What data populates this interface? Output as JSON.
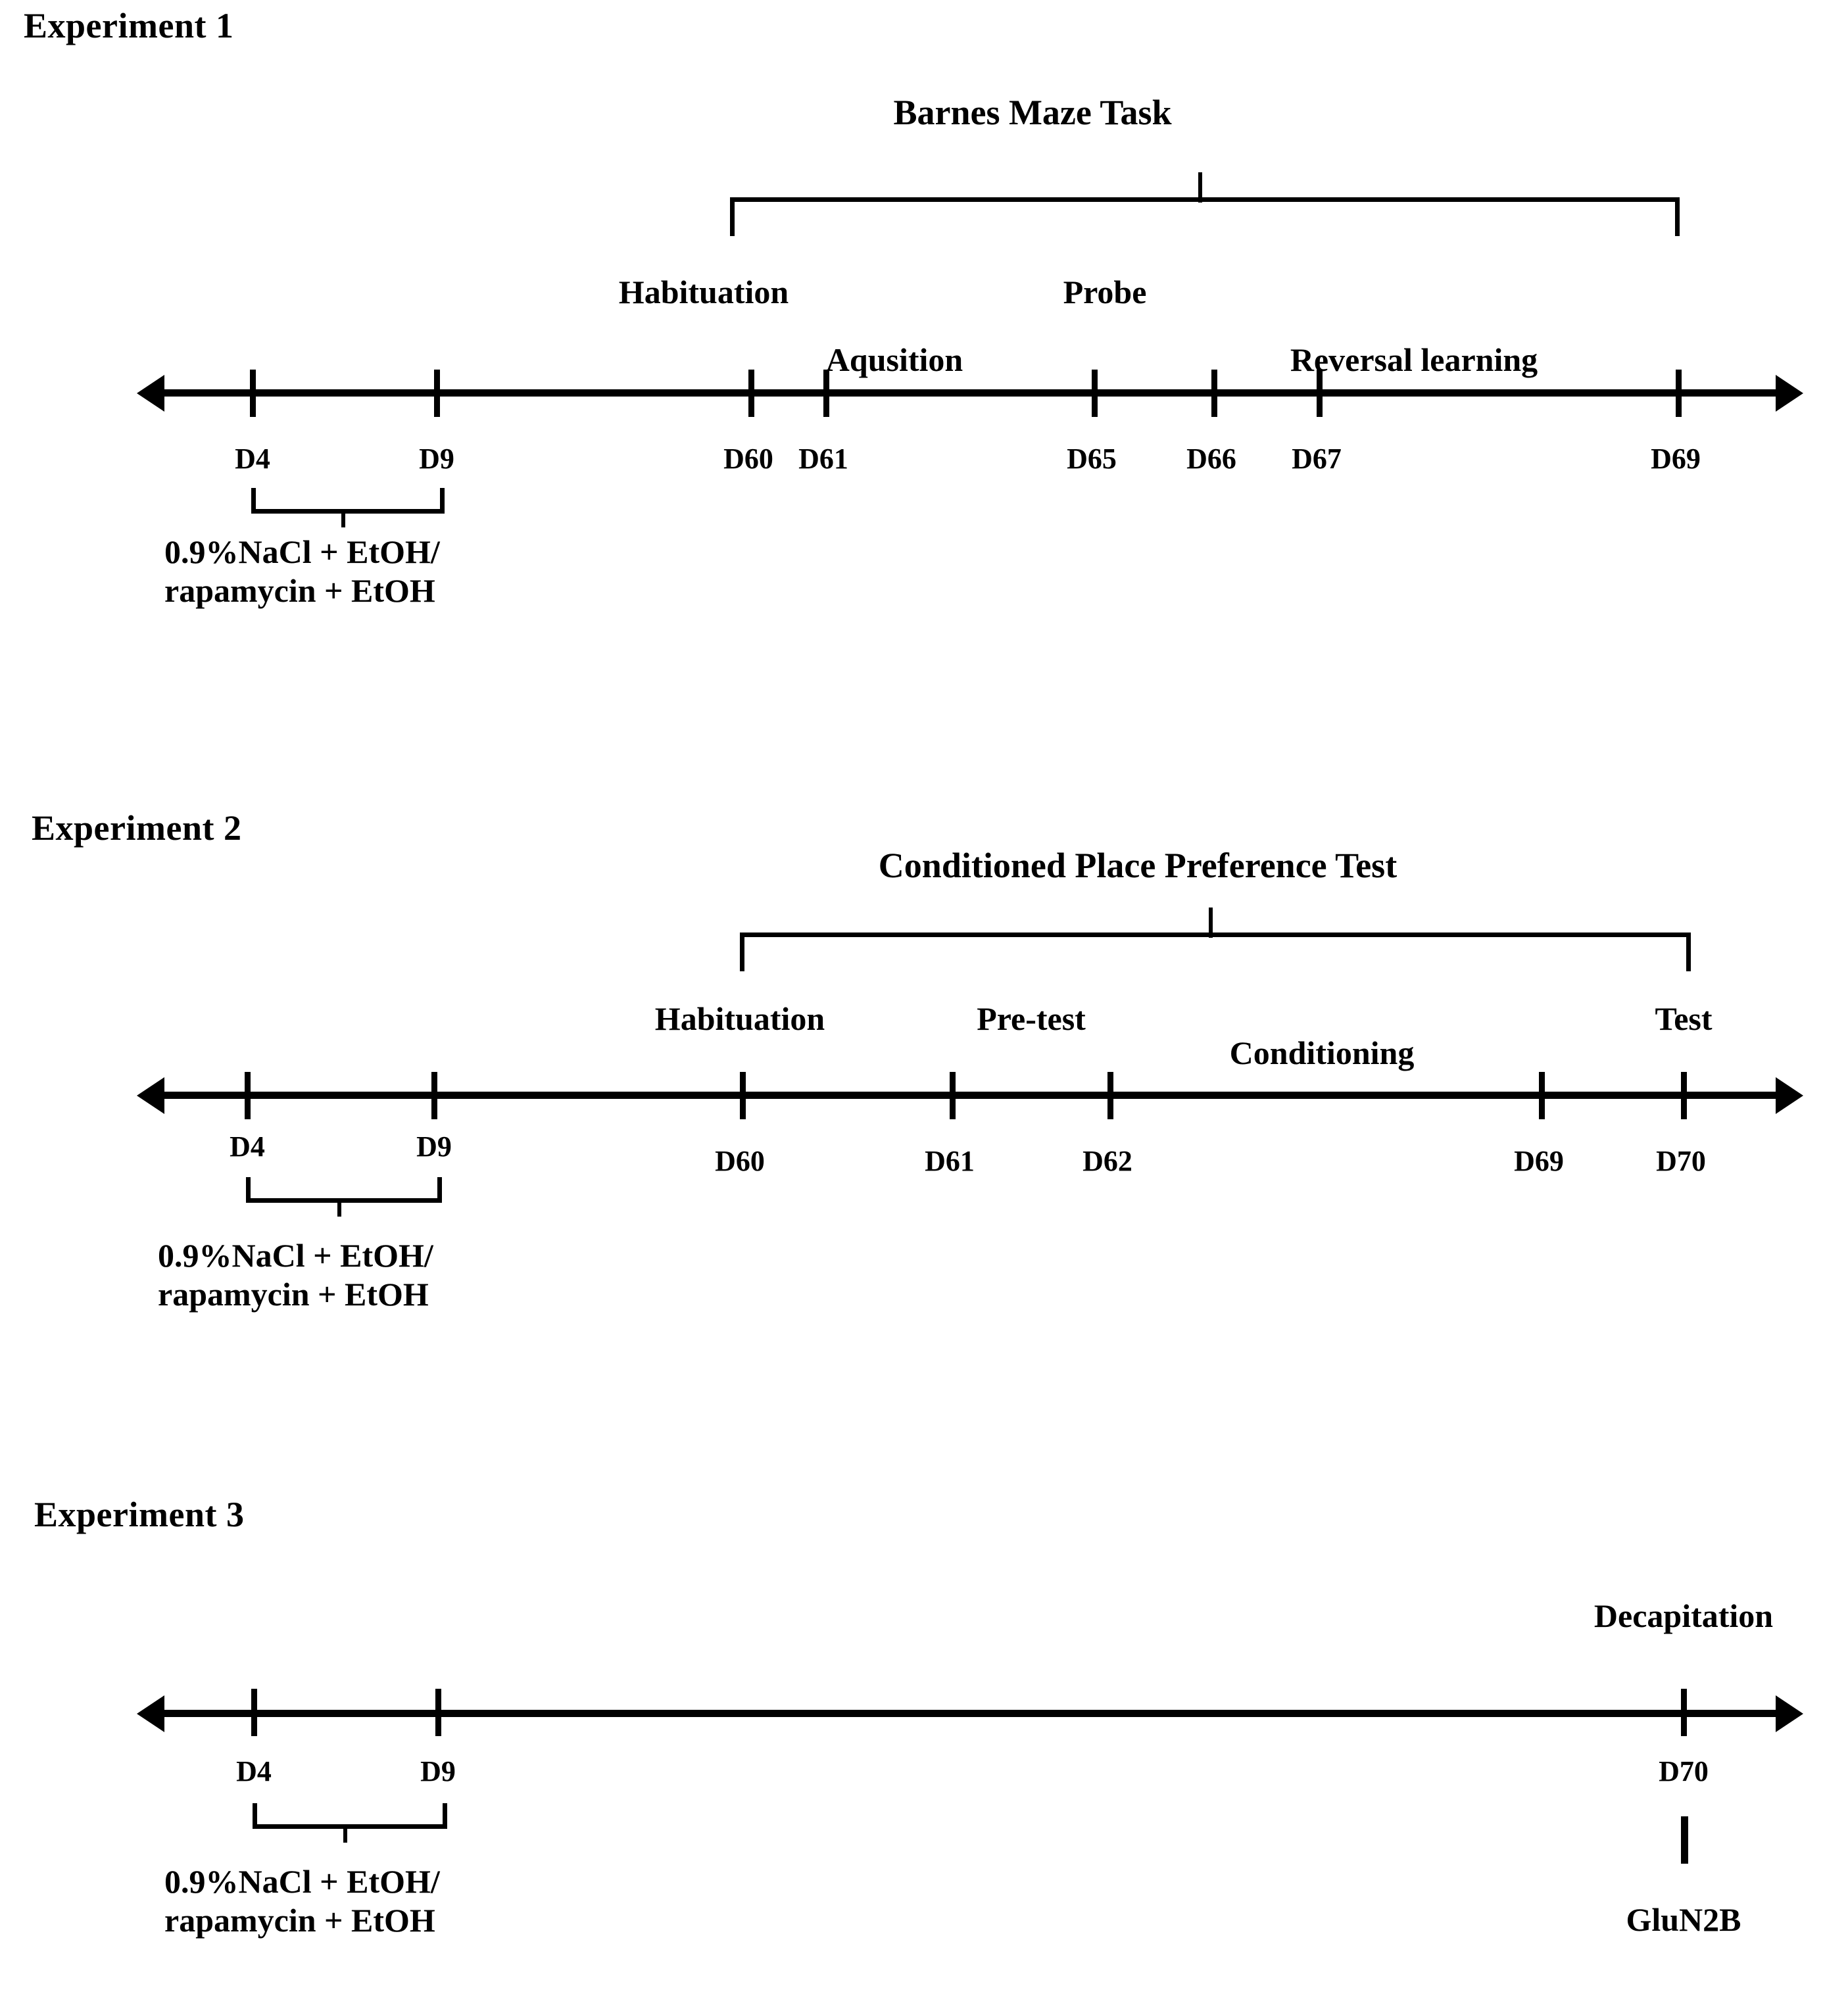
{
  "figure": {
    "type": "experimental-timeline-diagram",
    "background_color": "#ffffff",
    "line_color": "#000000"
  },
  "experiments": [
    {
      "heading": "Experiment 1",
      "task_title": "Barnes Maze Task",
      "phases": [
        {
          "label": "Habituation"
        },
        {
          "label": "Aqusition"
        },
        {
          "label": "Probe"
        },
        {
          "label": "Reversal learning"
        }
      ],
      "day_ticks": [
        {
          "label": "D4"
        },
        {
          "label": "D9"
        },
        {
          "label": "D60"
        },
        {
          "label": "D61"
        },
        {
          "label": "D65"
        },
        {
          "label": "D66"
        },
        {
          "label": "D67"
        },
        {
          "label": "D69"
        }
      ],
      "treatment": "0.9%NaCl + EtOH/\nrapamycin + EtOH",
      "treatment_span": {
        "from": "D4",
        "to": "D9"
      }
    },
    {
      "heading": "Experiment 2",
      "task_title": "Conditioned Place Preference Test",
      "phases": [
        {
          "label": "Habituation"
        },
        {
          "label": "Pre-test"
        },
        {
          "label": "Conditioning"
        },
        {
          "label": "Test"
        }
      ],
      "day_ticks": [
        {
          "label": "D4"
        },
        {
          "label": "D9"
        },
        {
          "label": "D60"
        },
        {
          "label": "D61"
        },
        {
          "label": "D62"
        },
        {
          "label": "D69"
        },
        {
          "label": "D70"
        }
      ],
      "treatment": "0.9%NaCl + EtOH/\nrapamycin + EtOH",
      "treatment_span": {
        "from": "D4",
        "to": "D9"
      }
    },
    {
      "heading": "Experiment 3",
      "task_title": "",
      "phases": [
        {
          "label": "Decapitation"
        }
      ],
      "day_ticks": [
        {
          "label": "D4"
        },
        {
          "label": "D9"
        },
        {
          "label": "D70"
        }
      ],
      "endpoint_marker": "GluN2B",
      "treatment": "0.9%NaCl + EtOH/\nrapamycin + EtOH",
      "treatment_span": {
        "from": "D4",
        "to": "D9"
      }
    }
  ]
}
